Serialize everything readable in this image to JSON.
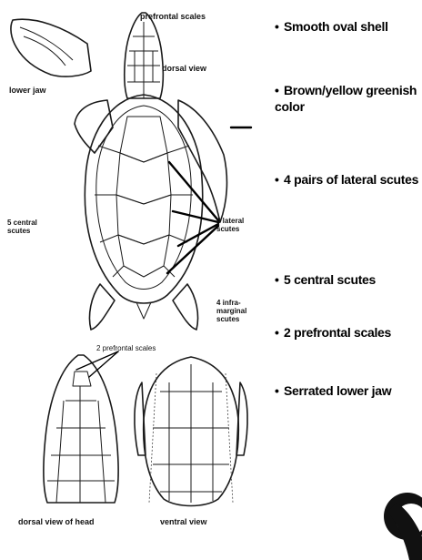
{
  "diagram_labels": {
    "prefrontal_scales": "prefrontal scales",
    "dorsal_view": "dorsal view",
    "lower_jaw": "lower jaw",
    "central_scutes": "5 central scutes",
    "lateral_scutes": "4 lateral scutes",
    "inframarginal_scutes": "4 infra-marginal scutes",
    "two_prefrontal_scales": "2 prefrontal scales",
    "dorsal_view_of_head": "dorsal view of head",
    "ventral_view": "ventral view"
  },
  "bullets": [
    "Smooth oval shell",
    "Brown/yellow greenish color",
    "4 pairs of lateral scutes",
    "5 central scutes",
    "2 prefrontal scales",
    "Serrated lower jaw"
  ],
  "bullet_marker": "•",
  "logo_icon": "noaa-logo-icon"
}
